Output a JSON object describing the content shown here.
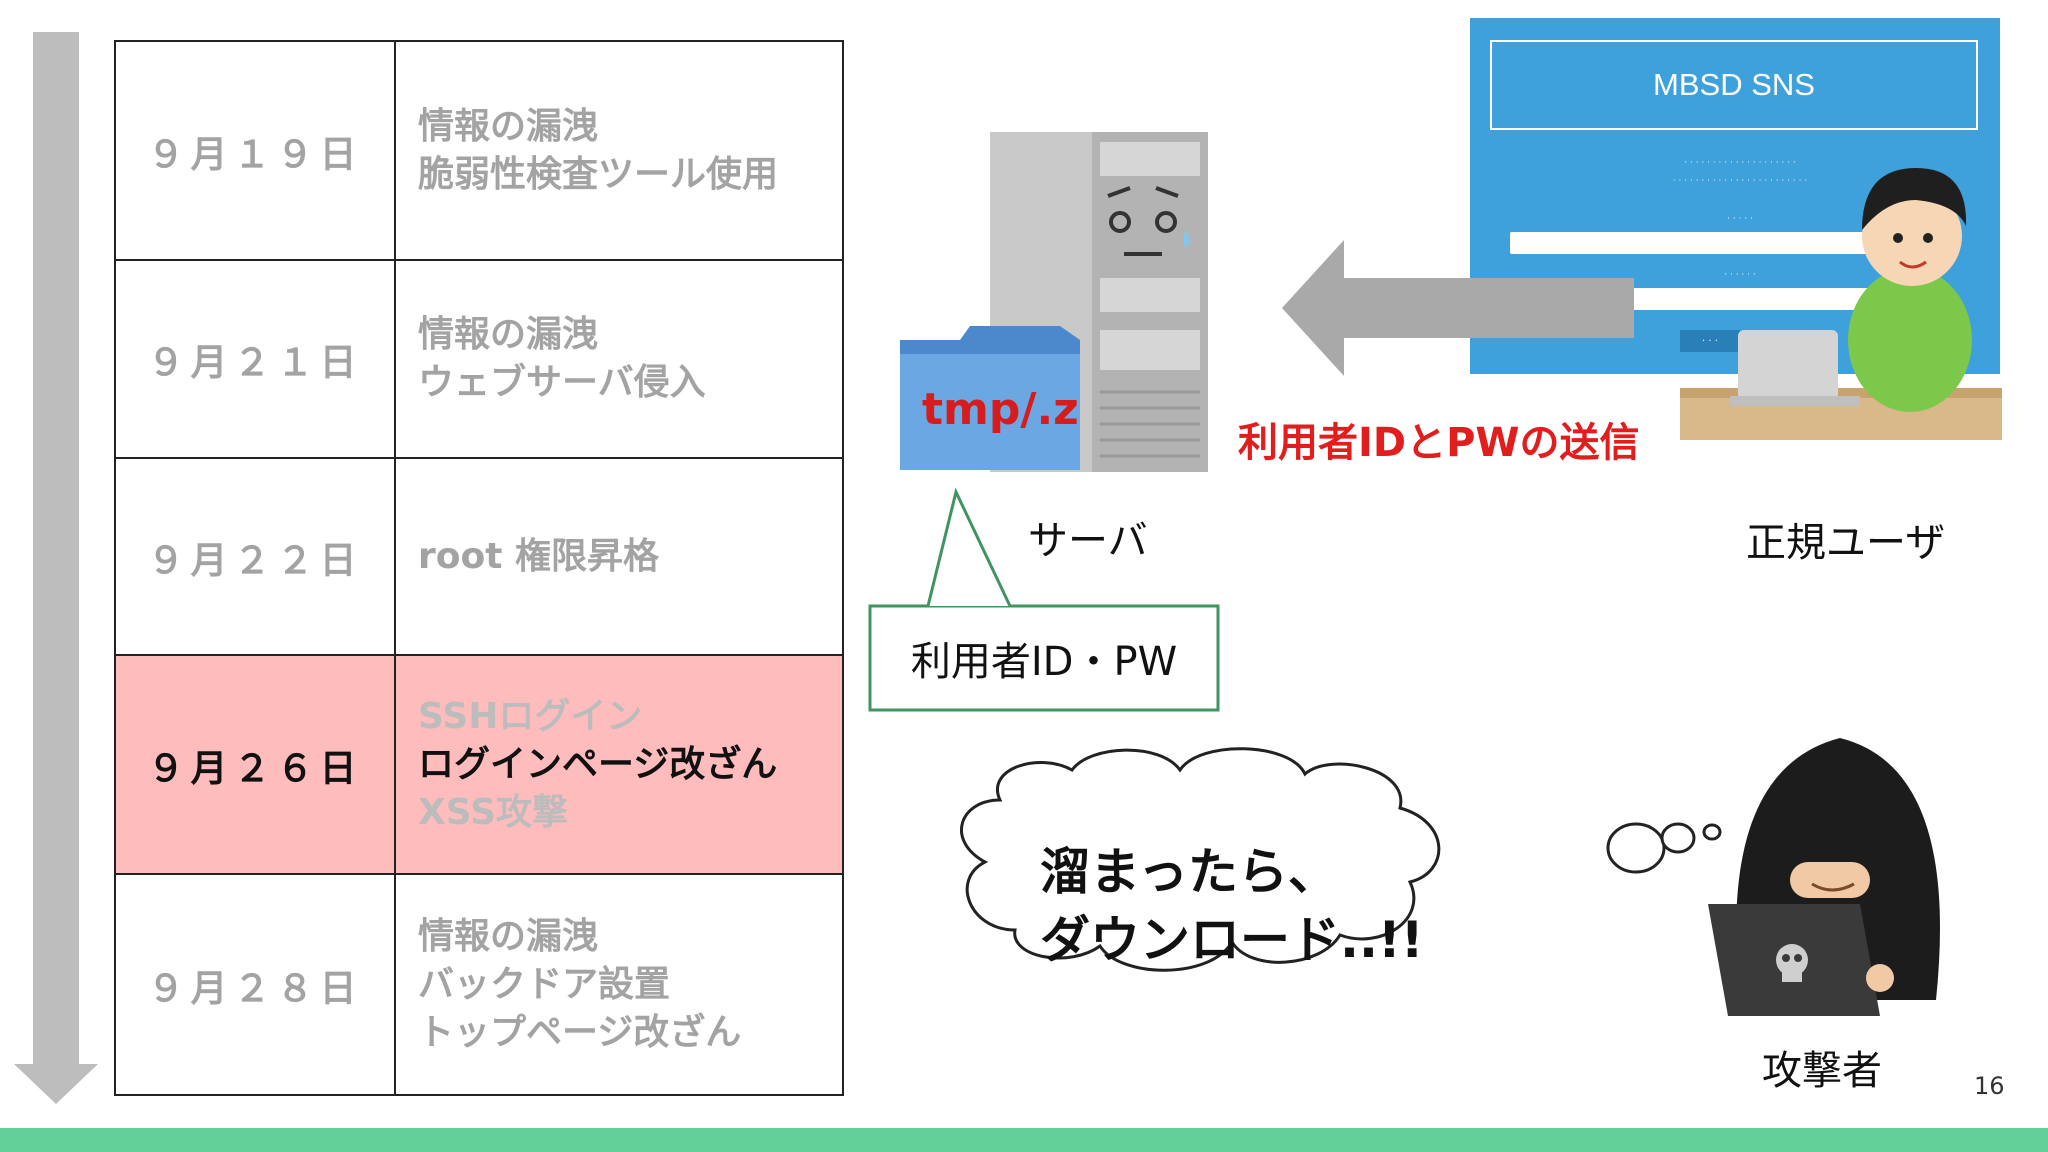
{
  "timeline": {
    "rows": [
      {
        "date": "９月１９日",
        "events": [
          "情報の漏洩",
          "脆弱性検査ツール使用"
        ],
        "highlighted": false
      },
      {
        "date": "９月２１日",
        "events": [
          "情報の漏洩",
          "ウェブサーバ侵入"
        ],
        "highlighted": false
      },
      {
        "date": "９月２２日",
        "events": [
          "root 権限昇格"
        ],
        "highlighted": false
      },
      {
        "date": "９月２６日",
        "events": [
          "SSHログイン",
          "ログインページ改ざん",
          "XSS攻撃"
        ],
        "highlighted": true,
        "active_event": "ログインページ改ざん"
      },
      {
        "date": "９月２８日",
        "events": [
          "情報の漏洩",
          "バックドア設置",
          "トップページ改ざん"
        ],
        "highlighted": false
      }
    ]
  },
  "diagram": {
    "server_label": "サーバ",
    "folder_label": "tmp/.z",
    "user_label": "正規ユーザ",
    "send_label": "利用者IDとPWの送信",
    "callout": "利用者ID・PW",
    "attacker_label": "攻撃者",
    "thought": [
      "溜まったら、",
      "ダウンロード..!!"
    ],
    "sns_title": "MBSD SNS"
  },
  "colors": {
    "highlight_row": "#ffbcbc",
    "send_label": "#e21d1d",
    "bottom_bar": "#63cf99",
    "sns_screen": "#3fa1dc",
    "folder": "#5a97d6",
    "callout_border": "#3f9460"
  },
  "page_number": "16"
}
